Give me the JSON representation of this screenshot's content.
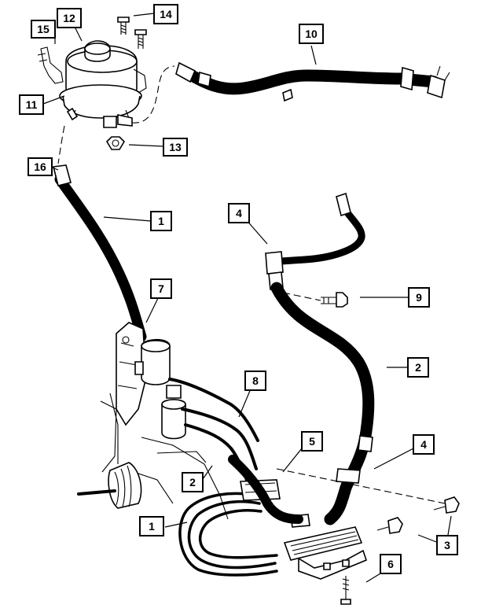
{
  "diagram": {
    "callouts": [
      {
        "id": "c1a",
        "label": "1"
      },
      {
        "id": "c1b",
        "label": "1"
      },
      {
        "id": "c2a",
        "label": "2"
      },
      {
        "id": "c2b",
        "label": "2"
      },
      {
        "id": "c3",
        "label": "3"
      },
      {
        "id": "c4a",
        "label": "4"
      },
      {
        "id": "c4b",
        "label": "4"
      },
      {
        "id": "c5",
        "label": "5"
      },
      {
        "id": "c6",
        "label": "6"
      },
      {
        "id": "c7",
        "label": "7"
      },
      {
        "id": "c8",
        "label": "8"
      },
      {
        "id": "c9",
        "label": "9"
      },
      {
        "id": "c10",
        "label": "10"
      },
      {
        "id": "c11",
        "label": "11"
      },
      {
        "id": "c12",
        "label": "12"
      },
      {
        "id": "c13",
        "label": "13"
      },
      {
        "id": "c14",
        "label": "14"
      },
      {
        "id": "c15",
        "label": "15"
      },
      {
        "id": "c16",
        "label": "16"
      }
    ]
  }
}
